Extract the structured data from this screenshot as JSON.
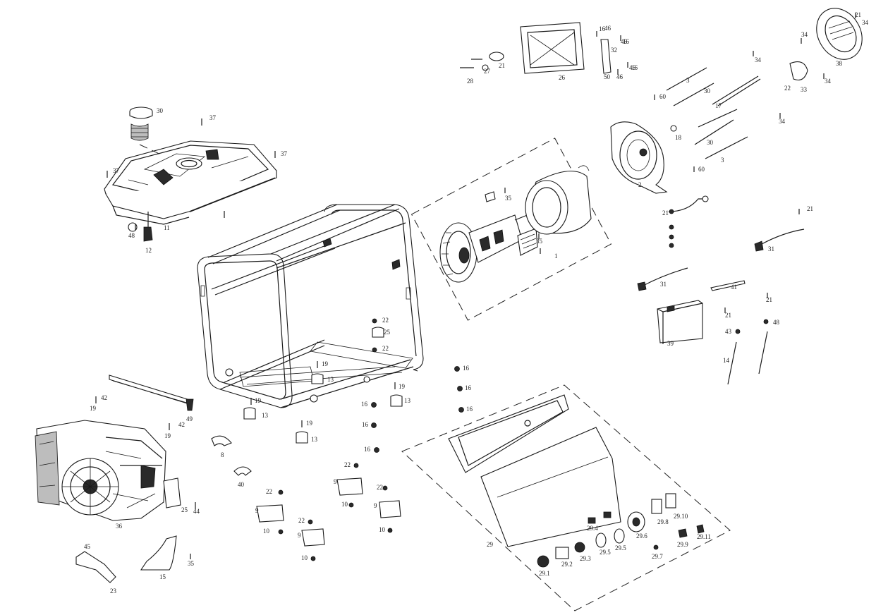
{
  "diagram": {
    "labels": [
      {
        "id": "p1",
        "text": "1"
      },
      {
        "id": "p2",
        "text": "2"
      },
      {
        "id": "p3a",
        "text": "3"
      },
      {
        "id": "p3b",
        "text": "3"
      },
      {
        "id": "p8",
        "text": "8"
      },
      {
        "id": "p9a",
        "text": "9"
      },
      {
        "id": "p9b",
        "text": "9"
      },
      {
        "id": "p9c",
        "text": "9"
      },
      {
        "id": "p9d",
        "text": "9"
      },
      {
        "id": "p10a",
        "text": "10"
      },
      {
        "id": "p10b",
        "text": "10"
      },
      {
        "id": "p10c",
        "text": "10"
      },
      {
        "id": "p10d",
        "text": "10"
      },
      {
        "id": "p11",
        "text": "11"
      },
      {
        "id": "p12",
        "text": "12"
      },
      {
        "id": "p13a",
        "text": "13"
      },
      {
        "id": "p13b",
        "text": "13"
      },
      {
        "id": "p13c",
        "text": "13"
      },
      {
        "id": "p13d",
        "text": "13"
      },
      {
        "id": "p14",
        "text": "14"
      },
      {
        "id": "p15",
        "text": "15"
      },
      {
        "id": "p16a",
        "text": "16"
      },
      {
        "id": "p16b",
        "text": "16"
      },
      {
        "id": "p16c",
        "text": "16"
      },
      {
        "id": "p16d",
        "text": "16"
      },
      {
        "id": "p16e",
        "text": "16"
      },
      {
        "id": "p16f",
        "text": "16"
      },
      {
        "id": "p16g",
        "text": "16"
      },
      {
        "id": "p16h",
        "text": "16"
      },
      {
        "id": "p16i",
        "text": "16"
      },
      {
        "id": "p17",
        "text": "17"
      },
      {
        "id": "p18",
        "text": "18"
      },
      {
        "id": "p19a",
        "text": "19"
      },
      {
        "id": "p19b",
        "text": "19"
      },
      {
        "id": "p19c",
        "text": "19"
      },
      {
        "id": "p19d",
        "text": "19"
      },
      {
        "id": "p19e",
        "text": "19"
      },
      {
        "id": "p19f",
        "text": "19"
      },
      {
        "id": "p21a",
        "text": "21"
      },
      {
        "id": "p21b",
        "text": "21"
      },
      {
        "id": "p21c",
        "text": "21"
      },
      {
        "id": "p21d",
        "text": "21"
      },
      {
        "id": "p21e",
        "text": "21"
      },
      {
        "id": "p21f",
        "text": "21"
      },
      {
        "id": "p22a",
        "text": "22"
      },
      {
        "id": "p22b",
        "text": "22"
      },
      {
        "id": "p22c",
        "text": "22"
      },
      {
        "id": "p22d",
        "text": "22"
      },
      {
        "id": "p22e",
        "text": "22"
      },
      {
        "id": "p22f",
        "text": "22"
      },
      {
        "id": "p22g",
        "text": "22"
      },
      {
        "id": "p23",
        "text": "23"
      },
      {
        "id": "p25a",
        "text": "25"
      },
      {
        "id": "p25b",
        "text": "25"
      },
      {
        "id": "p26",
        "text": "26"
      },
      {
        "id": "p27",
        "text": "27"
      },
      {
        "id": "p28",
        "text": "28"
      },
      {
        "id": "p29",
        "text": "29"
      },
      {
        "id": "p29_1",
        "text": "29.1"
      },
      {
        "id": "p29_2",
        "text": "29.2"
      },
      {
        "id": "p29_3",
        "text": "29.3"
      },
      {
        "id": "p29_4",
        "text": "29.4"
      },
      {
        "id": "p29_5a",
        "text": "29.5"
      },
      {
        "id": "p29_5b",
        "text": "29.5"
      },
      {
        "id": "p29_6",
        "text": "29.6"
      },
      {
        "id": "p29_7",
        "text": "29.7"
      },
      {
        "id": "p29_8",
        "text": "29.8"
      },
      {
        "id": "p29_9",
        "text": "29.9"
      },
      {
        "id": "p29_10",
        "text": "29.10"
      },
      {
        "id": "p29_11",
        "text": "29.11"
      },
      {
        "id": "p30a",
        "text": "30"
      },
      {
        "id": "p30b",
        "text": "30"
      },
      {
        "id": "p30c",
        "text": "30"
      },
      {
        "id": "p31a",
        "text": "31"
      },
      {
        "id": "p31b",
        "text": "31"
      },
      {
        "id": "p32",
        "text": "32"
      },
      {
        "id": "p33",
        "text": "33"
      },
      {
        "id": "p34a",
        "text": "34"
      },
      {
        "id": "p34b",
        "text": "34"
      },
      {
        "id": "p34c",
        "text": "34"
      },
      {
        "id": "p34d",
        "text": "34"
      },
      {
        "id": "p34e",
        "text": "34"
      },
      {
        "id": "p35a",
        "text": "35"
      },
      {
        "id": "p35b",
        "text": "35"
      },
      {
        "id": "p35c",
        "text": "35"
      },
      {
        "id": "p36",
        "text": "36"
      },
      {
        "id": "p37a",
        "text": "37"
      },
      {
        "id": "p37b",
        "text": "37"
      },
      {
        "id": "p37c",
        "text": "37"
      },
      {
        "id": "p38",
        "text": "38"
      },
      {
        "id": "p39",
        "text": "39"
      },
      {
        "id": "p40",
        "text": "40"
      },
      {
        "id": "p41",
        "text": "41"
      },
      {
        "id": "p42a",
        "text": "42"
      },
      {
        "id": "p42b",
        "text": "42"
      },
      {
        "id": "p43",
        "text": "43"
      },
      {
        "id": "p44",
        "text": "44"
      },
      {
        "id": "p45",
        "text": "45"
      },
      {
        "id": "p46a",
        "text": "46"
      },
      {
        "id": "p46b",
        "text": "46"
      },
      {
        "id": "p46c",
        "text": "46"
      },
      {
        "id": "p46d",
        "text": "46"
      },
      {
        "id": "p48a",
        "text": "48"
      },
      {
        "id": "p48b",
        "text": "48"
      },
      {
        "id": "p49",
        "text": "49"
      },
      {
        "id": "p50",
        "text": "50"
      },
      {
        "id": "p60a",
        "text": "60"
      },
      {
        "id": "p60b",
        "text": "60"
      }
    ]
  }
}
